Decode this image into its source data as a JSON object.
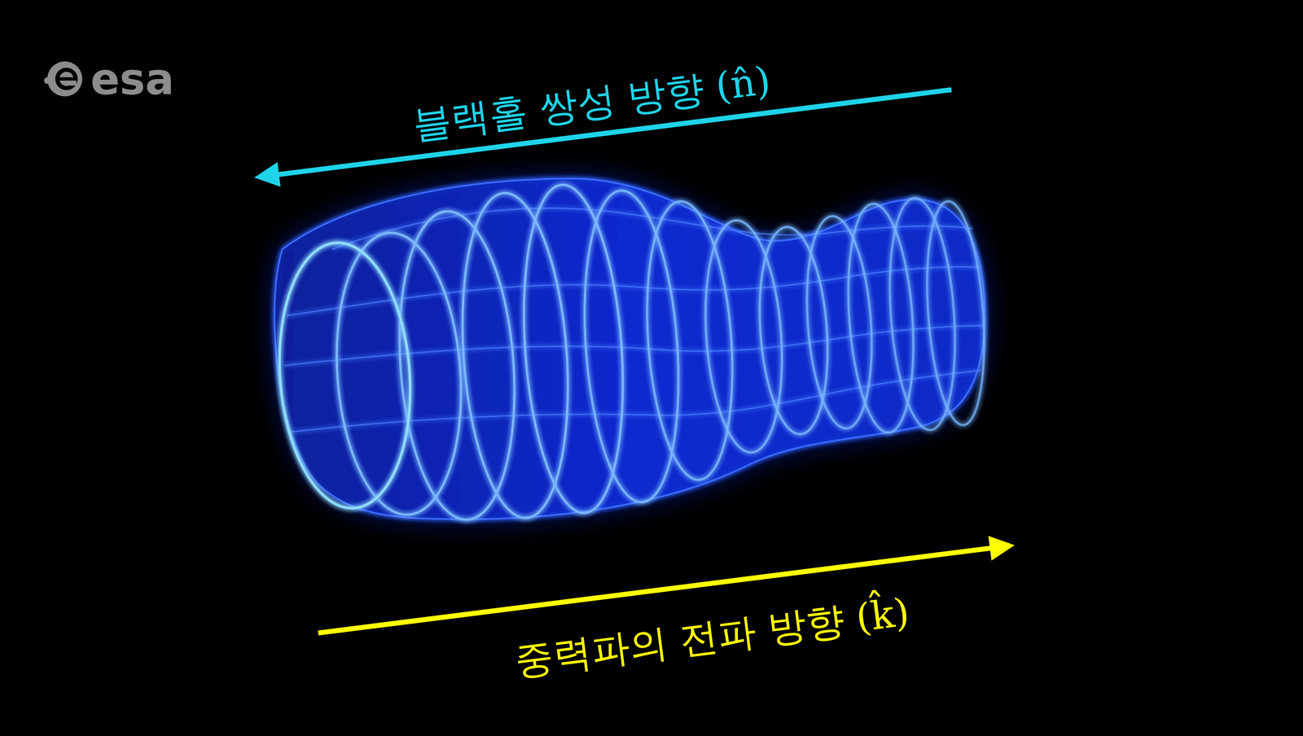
{
  "diagram": {
    "labels": [
      "esa",
      "블랙홀 쌍성 방향 (n̂)",
      "중력파의 전파 방향 (k̂)"
    ]
  }
}
